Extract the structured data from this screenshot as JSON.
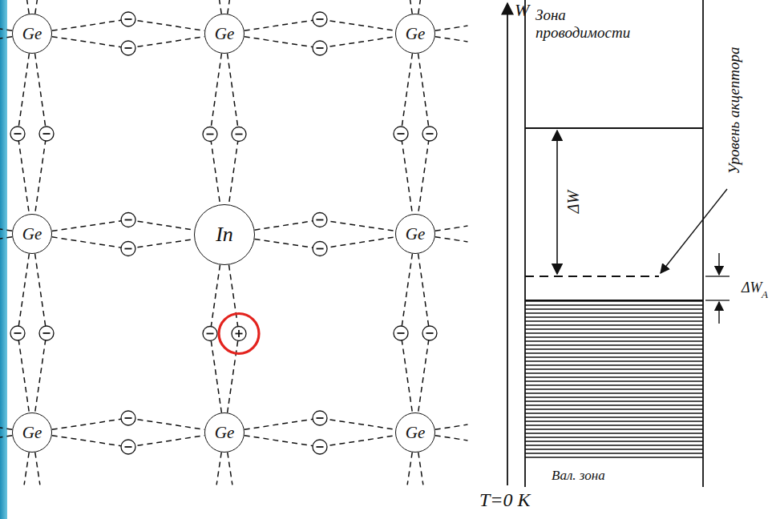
{
  "diagram": {
    "nodes": [
      {
        "text": [
          "Ge"
        ]
      },
      {
        "text": [
          "Ge"
        ]
      },
      {
        "text": [
          "Ge"
        ]
      },
      {
        "text": [
          "Ge"
        ]
      },
      {
        "text": [
          "In"
        ]
      },
      {
        "text": [
          "Ge"
        ]
      },
      {
        "text": [
          "Ge"
        ]
      },
      {
        "text": [
          "Ge"
        ]
      },
      {
        "text": [
          "Ge"
        ]
      }
    ],
    "edges": [
      {
        "from": 0,
        "to": 1,
        "arrow": "none"
      },
      {
        "from": 1,
        "to": 2,
        "arrow": "none"
      },
      {
        "from": 3,
        "to": 4,
        "arrow": "none"
      },
      {
        "from": 4,
        "to": 5,
        "arrow": "none"
      },
      {
        "from": 6,
        "to": 7,
        "arrow": "none"
      },
      {
        "from": 7,
        "to": 8,
        "arrow": "none"
      },
      {
        "from": 0,
        "to": 3,
        "arrow": "none"
      },
      {
        "from": 1,
        "to": 4,
        "arrow": "none"
      },
      {
        "from": 2,
        "to": 5,
        "arrow": "none"
      },
      {
        "from": 3,
        "to": 6,
        "arrow": "none"
      },
      {
        "from": 4,
        "to": 7,
        "arrow": "none"
      },
      {
        "from": 5,
        "to": 8,
        "arrow": "none"
      }
    ],
    "labels": [
      "W",
      "Зона проводимости",
      "ΔW",
      "Уровень акцептора",
      "ΔW",
      "A",
      "Вал. зона",
      "T=0 K"
    ]
  }
}
